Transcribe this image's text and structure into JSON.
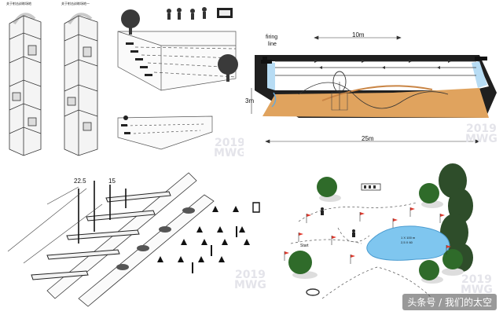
{
  "panel_top_left": {
    "caption_left": "关于射击训练场地",
    "caption_right": "关于射击训练场地一"
  },
  "panel_top_right": {
    "firing_line_line1": "firing",
    "firing_line_line2": "line",
    "dim_length_top": "10m",
    "dim_height": "3m",
    "dim_length_bottom": "25m"
  },
  "panel_bottom_left": {
    "dim_a": "22.5",
    "dim_b": "15"
  },
  "panel_bottom_right": {
    "box_label_line1": "1 X 100 m",
    "box_label_line2": "2,5 X 60",
    "start_label": "Start"
  },
  "watermark": {
    "line1": "2019",
    "line2": "MWG"
  },
  "footer": {
    "text": "头条号 / 我们的太空"
  },
  "colors": {
    "sky_blue": "#b7dcf4",
    "sand": "#e0a35e",
    "lake": "#7fc6ef",
    "tree_green": "#2f6b2a",
    "watermark": "#e4e4ea"
  }
}
